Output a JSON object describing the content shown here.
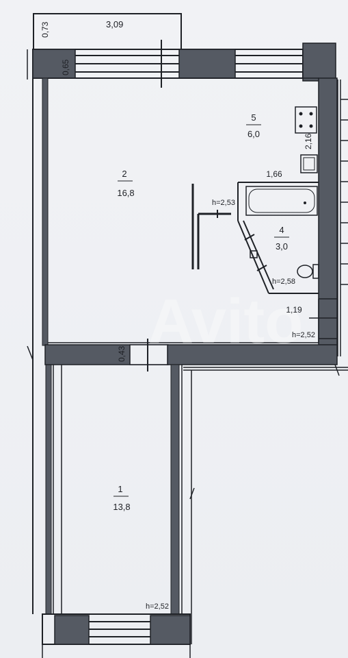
{
  "plan": {
    "rooms": {
      "room1": {
        "number": "1",
        "area": "13,8",
        "height": "h=2,52"
      },
      "room2": {
        "number": "2",
        "area": "16,8"
      },
      "room4": {
        "number": "4",
        "area": "3,0",
        "height": "h=2,58"
      },
      "room5": {
        "number": "5",
        "area": "6,0"
      }
    },
    "dimensions": {
      "balcony_width": "3,09",
      "balcony_depth": "0,73",
      "wall_top": "0,65",
      "wall_mid": "0,43",
      "kitchen_side": "2,16",
      "bath_width": "1,66",
      "hall_width": "1,19",
      "hall_height": "h=2,53",
      "corridor_height": "h=2,52"
    }
  },
  "watermark": "Avito",
  "colors": {
    "wall_dark": "#555a63",
    "line": "#1e2126",
    "paper": "#eef0f3"
  }
}
